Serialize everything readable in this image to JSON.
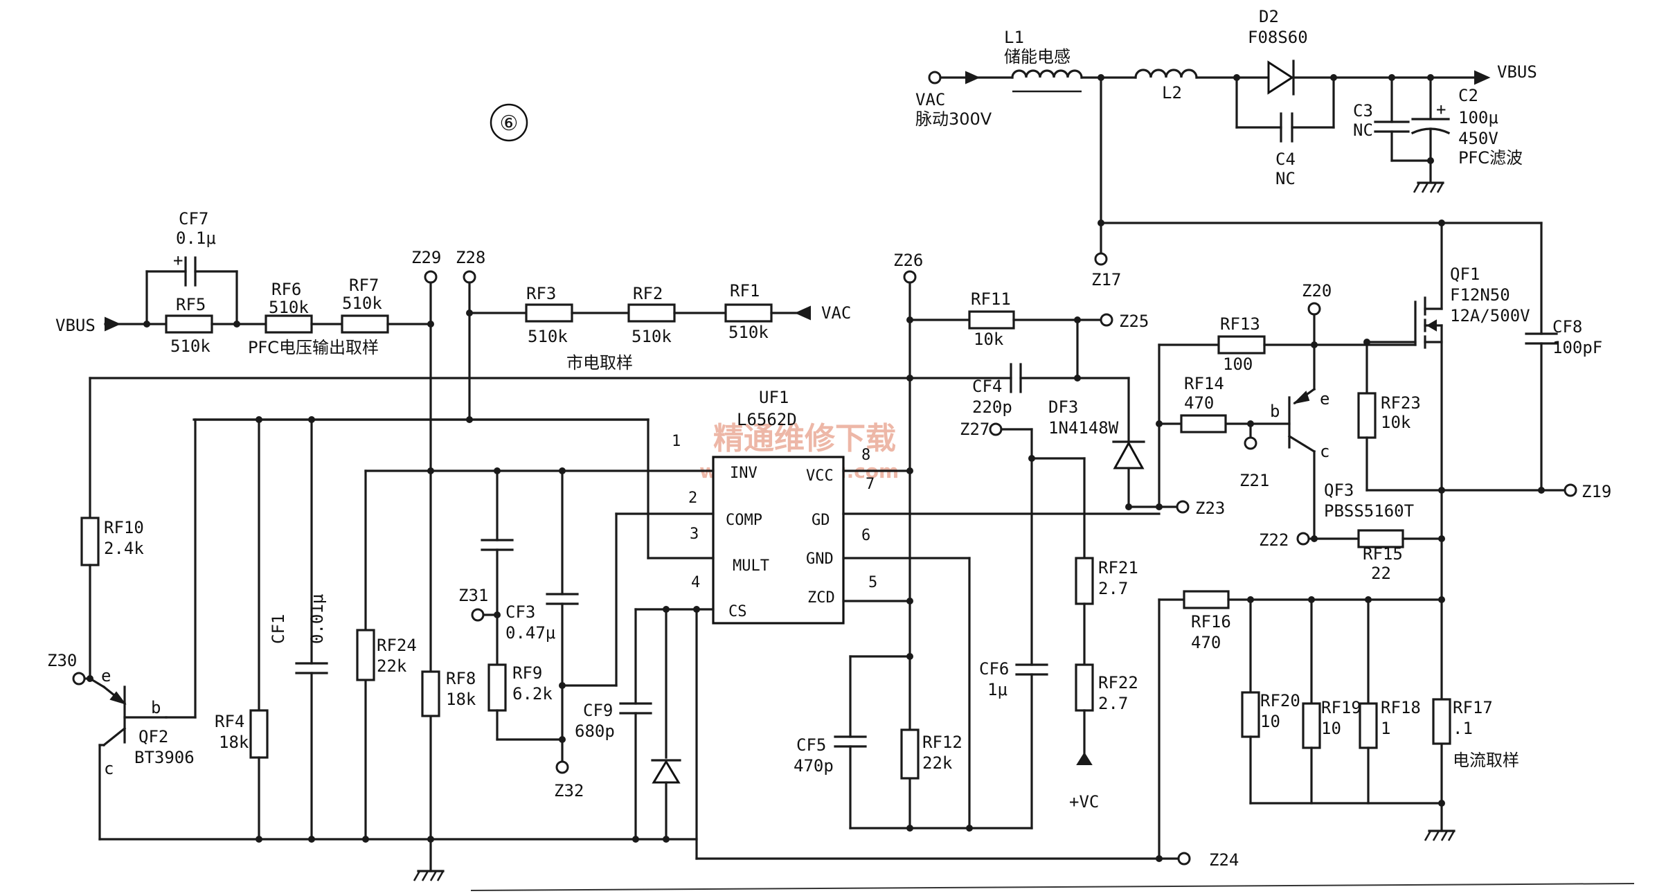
{
  "figure": {
    "number": "⑥"
  },
  "nodes": {
    "vbus_in": "VBUS",
    "vac_in": "VAC",
    "vbus_out": "VBUS",
    "vac_top": "VAC",
    "vac_top_desc": "脉动300V",
    "vc": "+VC"
  },
  "inductors": {
    "L1": {
      "ref": "L1",
      "desc": "储能电感"
    },
    "L2": {
      "ref": "L2"
    }
  },
  "diodes": {
    "D2": {
      "ref": "D2",
      "value": "F08S60"
    },
    "DF3": {
      "ref": "DF3",
      "value": "1N4148W"
    }
  },
  "capacitors": {
    "C2": {
      "ref": "C2",
      "value": "100μ",
      "voltage": "450V",
      "desc": "PFC滤波"
    },
    "C3": {
      "ref": "C3",
      "value": "NC"
    },
    "C4": {
      "ref": "C4",
      "value": "NC"
    },
    "CF1": {
      "ref": "CF1",
      "value": "0.01μ"
    },
    "CF3": {
      "ref": "CF3",
      "value": "0.47μ"
    },
    "CF4": {
      "ref": "CF4",
      "value": "220p"
    },
    "CF5": {
      "ref": "CF5",
      "value": "470p"
    },
    "CF6": {
      "ref": "CF6",
      "value": "1μ"
    },
    "CF7": {
      "ref": "CF7",
      "value": "0.1μ"
    },
    "CF8": {
      "ref": "CF8",
      "value": "100pF"
    },
    "CF9": {
      "ref": "CF9",
      "value": "680p"
    }
  },
  "resistors": {
    "RF1": {
      "ref": "RF1",
      "value": "510k"
    },
    "RF2": {
      "ref": "RF2",
      "value": "510k"
    },
    "RF3": {
      "ref": "RF3",
      "value": "510k"
    },
    "RF4": {
      "ref": "RF4",
      "value": "18k"
    },
    "RF5": {
      "ref": "RF5",
      "value": "510k"
    },
    "RF6": {
      "ref": "RF6",
      "value": "510k"
    },
    "RF7": {
      "ref": "RF7",
      "value": "510k"
    },
    "RF8": {
      "ref": "RF8",
      "value": "18k"
    },
    "RF9": {
      "ref": "RF9",
      "value": "6.2k"
    },
    "RF10": {
      "ref": "RF10",
      "value": "2.4k"
    },
    "RF11": {
      "ref": "RF11",
      "value": "10k"
    },
    "RF12": {
      "ref": "RF12",
      "value": "22k"
    },
    "RF13": {
      "ref": "RF13",
      "value": "100"
    },
    "RF14": {
      "ref": "RF14",
      "value": "470"
    },
    "RF15": {
      "ref": "RF15",
      "value": "22"
    },
    "RF16": {
      "ref": "RF16",
      "value": "470"
    },
    "RF17": {
      "ref": "RF17",
      "value": ".1"
    },
    "RF18": {
      "ref": "RF18",
      "value": "1"
    },
    "RF19": {
      "ref": "RF19",
      "value": "10"
    },
    "RF20": {
      "ref": "RF20",
      "value": "10"
    },
    "RF21": {
      "ref": "RF21",
      "value": "2.7"
    },
    "RF22": {
      "ref": "RF22",
      "value": "2.7"
    },
    "RF23": {
      "ref": "RF23",
      "value": "10k"
    },
    "RF24": {
      "ref": "RF24",
      "value": "22k"
    }
  },
  "transistors": {
    "QF1": {
      "ref": "QF1",
      "value": "F12N50",
      "rating": "12A/500V"
    },
    "QF2": {
      "ref": "QF2",
      "value": "BT3906",
      "e": "e",
      "b": "b",
      "c": "c"
    },
    "QF3": {
      "ref": "QF3",
      "value": "PBSS5160T",
      "e": "e",
      "b": "b",
      "c": "c"
    }
  },
  "ic": {
    "ref": "UF1",
    "part": "L6562D",
    "pins": [
      {
        "num": "1",
        "name": "INV"
      },
      {
        "num": "2",
        "name": "COMP"
      },
      {
        "num": "3",
        "name": "MULT"
      },
      {
        "num": "4",
        "name": "CS"
      },
      {
        "num": "5",
        "name": "ZCD"
      },
      {
        "num": "6",
        "name": "GND"
      },
      {
        "num": "7",
        "name": "GD"
      },
      {
        "num": "8",
        "name": "VCC"
      }
    ]
  },
  "testpoints": {
    "Z17": "Z17",
    "Z19": "Z19",
    "Z20": "Z20",
    "Z21": "Z21",
    "Z22": "Z22",
    "Z23": "Z23",
    "Z24": "Z24",
    "Z25": "Z25",
    "Z26": "Z26",
    "Z27": "Z27",
    "Z28": "Z28",
    "Z29": "Z29",
    "Z30": "Z30",
    "Z31": "Z31",
    "Z32": "Z32"
  },
  "section_labels": {
    "pfc_sense": "PFC电压输出取样",
    "mains_sense": "市电取样",
    "current_sense": "电流取样"
  },
  "watermark": {
    "cn": "精通维修下载",
    "url": "www.gotwxiu.com"
  }
}
